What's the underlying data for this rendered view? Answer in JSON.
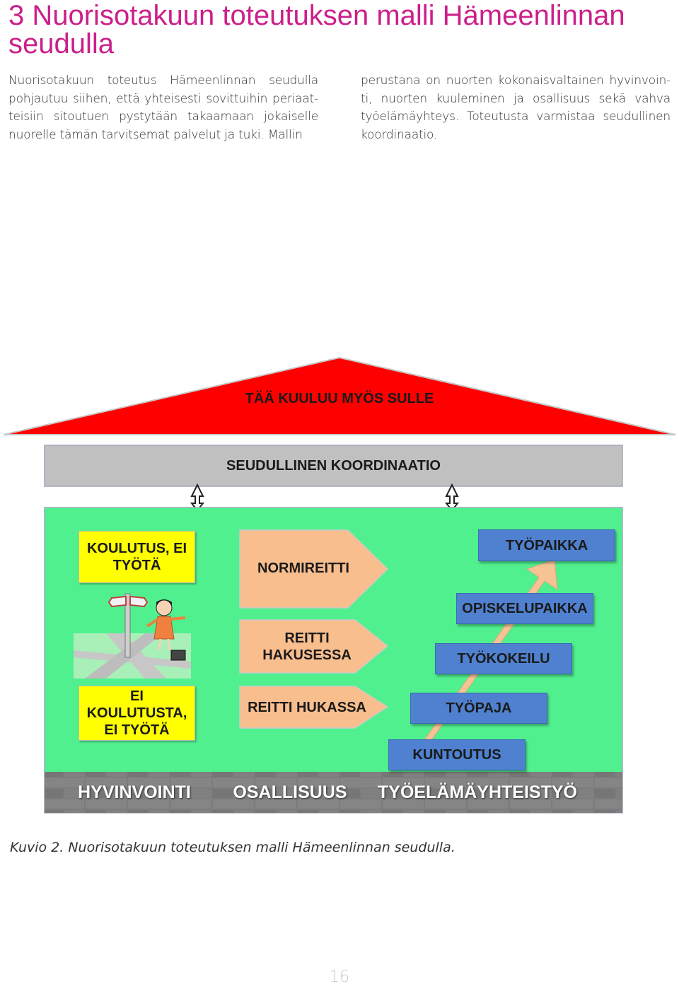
{
  "heading": "3 Nuorisotakuun toteutuksen malli Hämeenlinnan seudulla",
  "body": {
    "left_column": "Nuorisotakuun toteutus Hämeenlinnan seudulla pohjautuu siihen, että yhteisesti sovittuihin periaat-teisiin sitoutuen pystytään takaamaan jokaiselle nuorelle tämän tarvitsemat palvelut ja tuki. Mallin",
    "right_column": "perustana on nuorten kokonaisvaltainen hyvinvoin-ti, nuorten kuuleminen ja osallisuus sekä vahva työelämäyhteys. Toteutusta varmistaa seudullinen koordinaatio."
  },
  "figure": {
    "roof_text": "TÄÄ KUULUU MYÖS SULLE",
    "coordination_text": "SEUDULLINEN KOORDINAATIO",
    "left_boxes": {
      "top": "KOULUTUS, EI TYÖTÄ",
      "bottom": "EI KOULUTUSTA, EI TYÖTÄ"
    },
    "paths": {
      "normal": "NORMIREITTI",
      "searching": "REITTI HAKUSESSA",
      "lost": "REITTI HUKASSA"
    },
    "steps": [
      "TYÖPAIKKA",
      "OPISKELUPAIKKA",
      "TYÖKOKEILU",
      "TYÖPAJA",
      "KUNTOUTUS"
    ],
    "foundation": [
      "HYVINVOINTI",
      "OSALLISUUS",
      "TYÖELÄMÄYHTEISTYÖ"
    ],
    "colors": {
      "roof": "#ff0000",
      "coordination": "#c0c0c0",
      "house": "#50f08f",
      "boxes_yellow": "#ffff00",
      "paths_peach": "#f9be8e",
      "steps_blue": "#4f81d0",
      "stair_arrow": "#f7c394",
      "foundation": "#7c7c7c"
    }
  },
  "caption": "Kuvio 2. Nuorisotakuun toteutuksen malli Hämeenlinnan seudulla.",
  "page_number": "16"
}
